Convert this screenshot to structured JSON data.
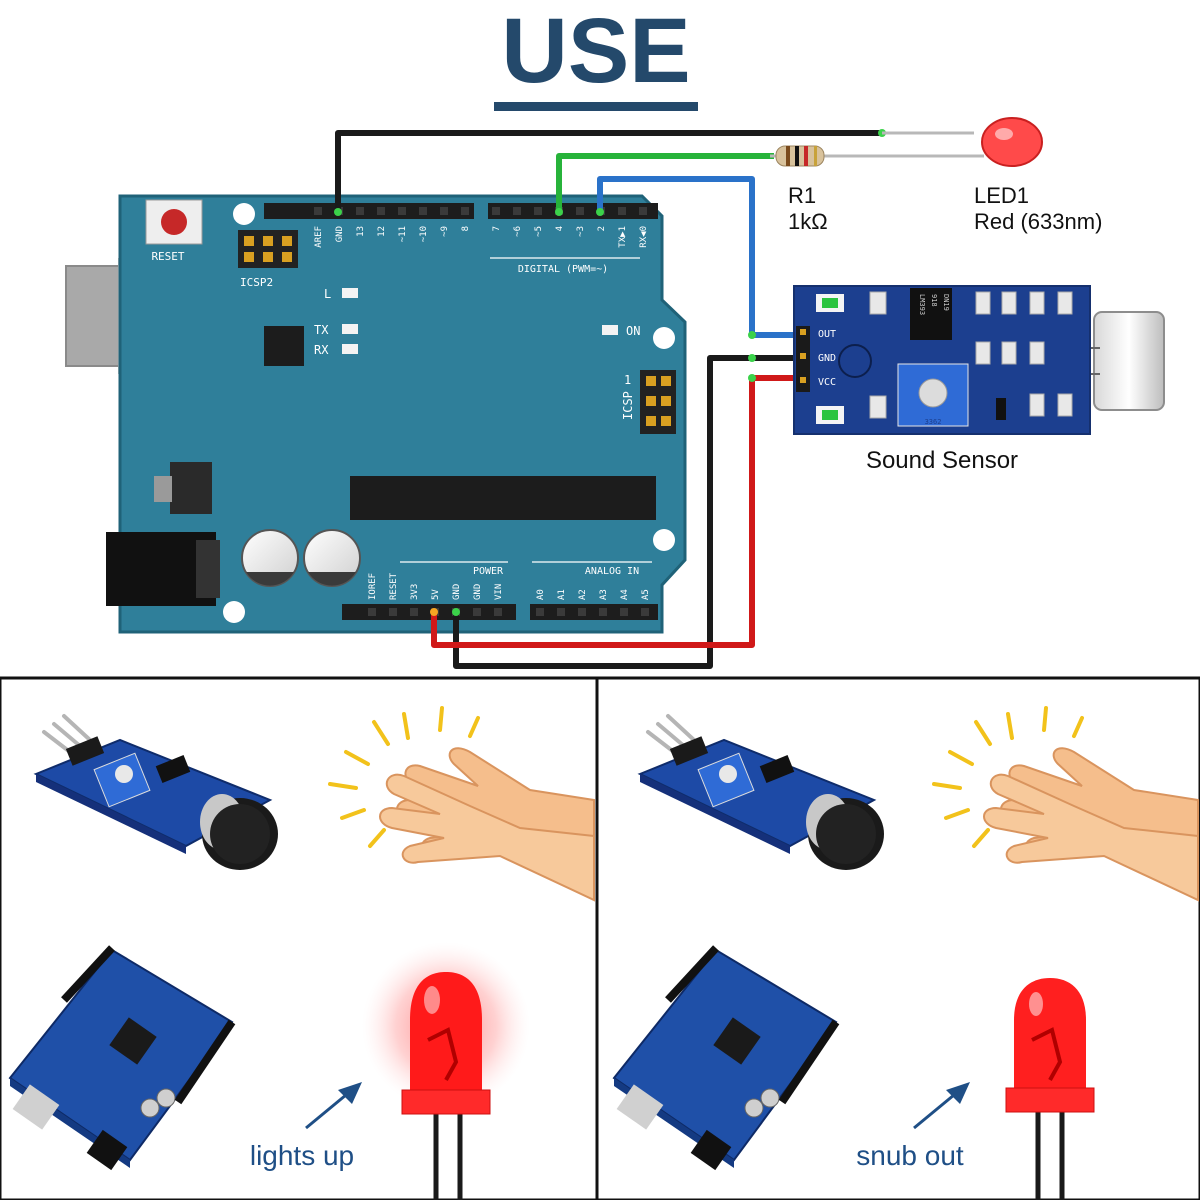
{
  "title": "USE",
  "colors": {
    "title": "#24496b",
    "board": "#2f7f9a",
    "board_edge": "#1f6278",
    "sensor": "#1c3f8f",
    "wire_black": "#1a1a1a",
    "wire_green": "#27b33a",
    "wire_blue": "#2a72c9",
    "wire_red": "#d01919",
    "led_red": "#ff1a1a",
    "hand": "#f5be8c",
    "spark": "#f2c21b",
    "arrow": "#1f4f86"
  },
  "arduino": {
    "reset_label": "RESET",
    "icsp2_label": "ICSP2",
    "icsp_label": "ICSP",
    "icsp_pin1": "1",
    "l_label": "L",
    "tx_label": "TX",
    "rx_label": "RX",
    "on_label": "ON",
    "digital_label": "DIGITAL (PWM=~)",
    "top_pins_left": [
      "AREF",
      "GND",
      "13",
      "12",
      "~11",
      "~10",
      "~9",
      "8"
    ],
    "top_pins_right": [
      "7",
      "~6",
      "~5",
      "4",
      "~3",
      "2",
      "TX▶1",
      "RX◀0"
    ],
    "power_label": "POWER",
    "analog_label": "ANALOG IN",
    "power_pins": [
      "IOREF",
      "RESET",
      "3V3",
      "5V",
      "GND",
      "GND",
      "VIN"
    ],
    "analog_pins": [
      "A0",
      "A1",
      "A2",
      "A3",
      "A4",
      "A5"
    ]
  },
  "resistor": {
    "name": "R1",
    "value": "1kΩ"
  },
  "led": {
    "name": "LED1",
    "value": "Red (633nm)"
  },
  "sensor": {
    "caption": "Sound Sensor",
    "pins": [
      "OUT",
      "GND",
      "VCC"
    ],
    "chip_text": [
      "LM393",
      "918",
      "DN19"
    ],
    "pot_text": "3362"
  },
  "panels": {
    "left_caption": "lights up",
    "right_caption": "snub out"
  }
}
